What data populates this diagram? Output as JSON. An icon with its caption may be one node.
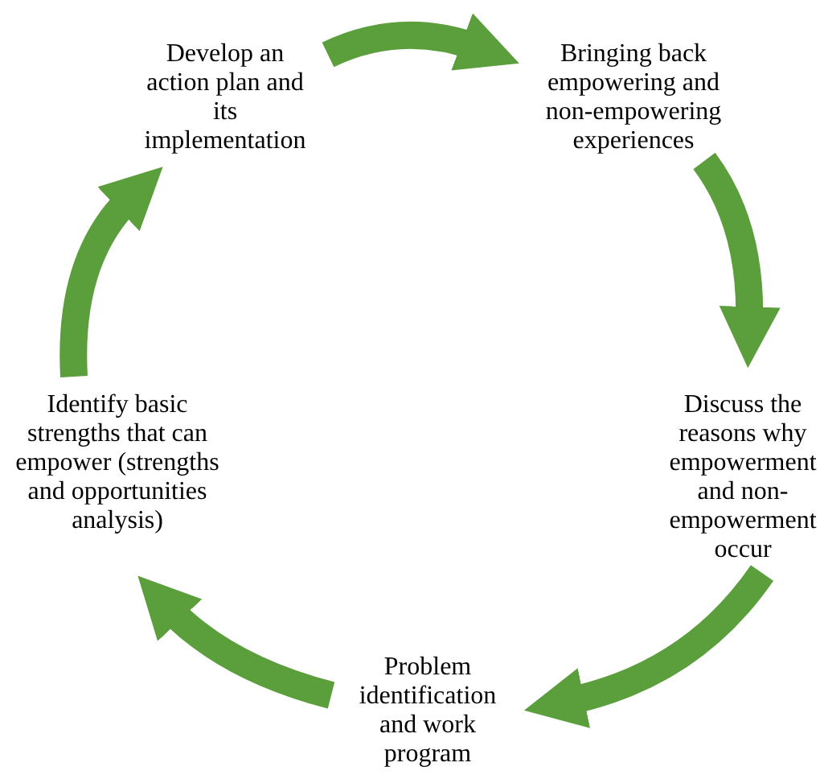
{
  "diagram": {
    "nodes": [
      {
        "text": [
          "Develop an action plan and its implementation"
        ]
      },
      {
        "text": [
          "Bringing back empowering and non-empowering experiences"
        ]
      },
      {
        "text": [
          "Discuss the reasons why empowerment and non-empowerment occur"
        ]
      },
      {
        "text": [
          "Problem identification and work program"
        ]
      },
      {
        "text": [
          "Identify basic strengths that can empower (strengths and opportunities analysis)"
        ]
      }
    ],
    "edges": [
      {
        "from": 0,
        "to": 1,
        "arrow": "to"
      },
      {
        "from": 1,
        "to": 2,
        "arrow": "to"
      },
      {
        "from": 2,
        "to": 3,
        "arrow": "to"
      },
      {
        "from": 3,
        "to": 4,
        "arrow": "to"
      },
      {
        "from": 4,
        "to": 0,
        "arrow": "to"
      }
    ]
  }
}
